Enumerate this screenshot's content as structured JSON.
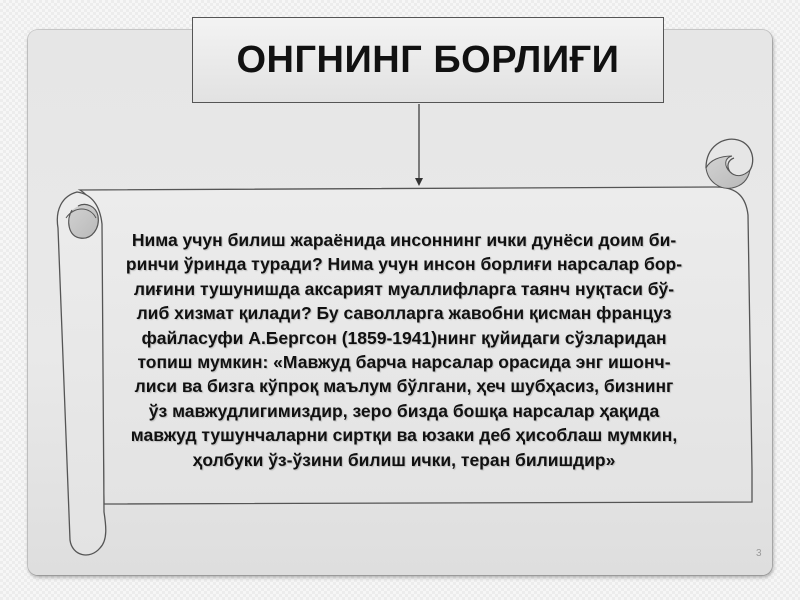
{
  "slide": {
    "title": "ОНГНИНГ БОРЛИҒИ",
    "page_number": "3",
    "body_lines": [
      "Нима учун билиш жараёнида инсоннинг ички дунёси доим би-",
      "ринчи ўринда туради? Нима учун инсон борлиғи нарсалар бор-",
      "лиғини тушунишда аксарият муаллифларга таянч нуқтаси бў-",
      "либ хизмат қилади? Бу саволларга жавобни қисман француз",
      "файласуфи А.Бергсон (1859-1941)нинг қуйидаги сўзларидан",
      "топиш мумкин: «Мавжуд барча нарсалар орасида энг ишонч-",
      "лиси ва бизга кўпроқ маълум бўлгани, ҳеч шубҳасиз, бизнинг",
      "ўз мавжудлигимиздир, зеро бизда бошқа нарсалар ҳақида",
      "мавжуд тушунчаларни сиртқи ва юзаки деб ҳисоблаш мумкин,",
      "ҳолбуки ўз-ўзини билиш ички, теран билишдир»"
    ]
  },
  "colors": {
    "slide_background": "#e8e8e8",
    "scroll_fill": "#e9e9e9",
    "outline": "#555555",
    "text": "#111111"
  }
}
